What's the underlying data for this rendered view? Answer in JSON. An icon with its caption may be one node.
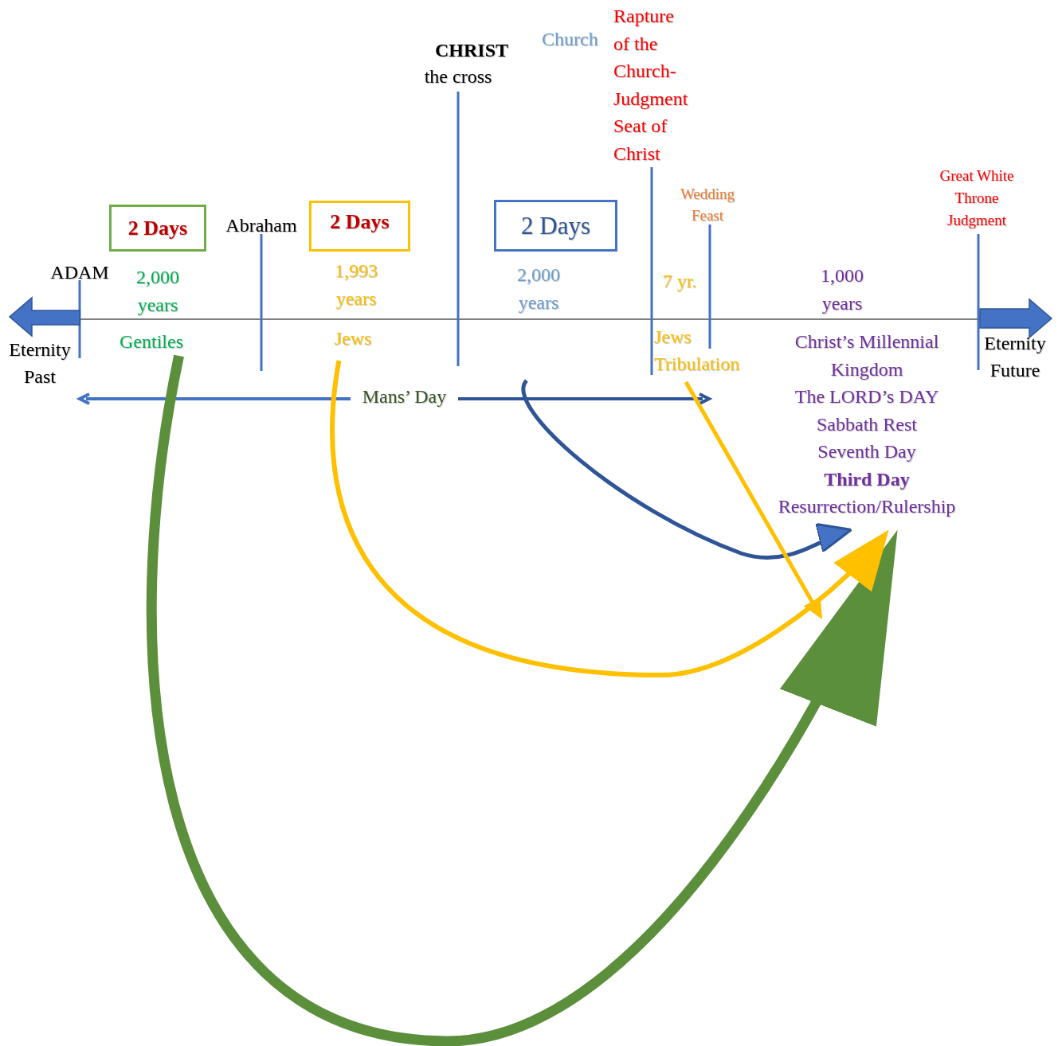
{
  "diagram": {
    "nodes": [
      {
        "text": [
          "2 Days"
        ]
      },
      {
        "text": [
          "2 Days"
        ]
      },
      {
        "text": [
          "2 Days"
        ]
      },
      {
        "text": [
          "2,000 years"
        ]
      },
      {
        "text": [
          "Gentiles"
        ]
      },
      {
        "text": [
          "Jews"
        ]
      },
      {
        "text": [
          "Jews Tribulation"
        ]
      },
      {
        "text": [
          "Christ’s Millennial Kingdom",
          "The LORD’s DAY",
          "Sabbath Rest",
          "Seventh Day",
          "Third Day",
          "Resurrection/Rulership"
        ]
      }
    ],
    "edges": [
      {
        "from": 4,
        "to": 7,
        "arrow": "to",
        "style": "thick",
        "color": "#5b8f3c"
      },
      {
        "from": 5,
        "to": 7,
        "arrow": "to",
        "color": "#ffc000"
      },
      {
        "from": 3,
        "to": 7,
        "arrow": "to",
        "color": "#2f5597"
      },
      {
        "from": 6,
        "to": null,
        "arrow": "to",
        "color": "#ffc000"
      }
    ],
    "labels": [
      "Rapture of the Church- Judgment Seat of Christ",
      "Church",
      "CHRIST",
      "the cross",
      "Wedding Feast",
      "Great White Throne Judgment",
      "Abraham",
      "ADAM",
      "2,000 years",
      "1,993 years",
      "7 yr.",
      "1,000 years",
      "Eternity Past",
      "Eternity Future",
      "Mans’ Day"
    ]
  }
}
